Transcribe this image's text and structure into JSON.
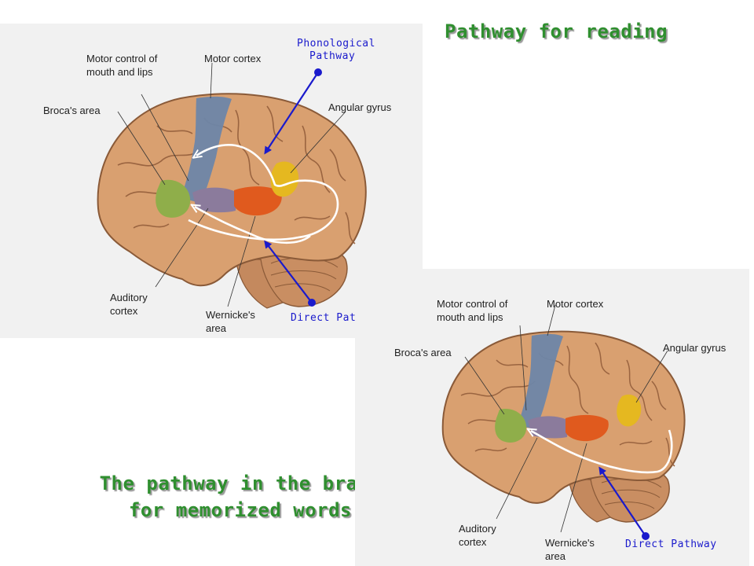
{
  "titles": {
    "top": "Pathway for reading",
    "bottom_line1": "The pathway in the brain",
    "bottom_line2": "for memorized words"
  },
  "colors": {
    "title_green": "#2f8f2f",
    "pathway_blue": "#1a1acc",
    "motor_cortex": "#6e86a8",
    "broca": "#8fae4a",
    "auditory": "#8b7b9c",
    "wernicke": "#e05a1e",
    "angular": "#e5b820",
    "brain": "#d9a070"
  },
  "top_panel": {
    "labels": {
      "motor_control_1": "Motor control of",
      "motor_control_2": "mouth and lips",
      "motor_cortex": "Motor cortex",
      "brocas_area": "Broca's area",
      "angular_gyrus": "Angular gyrus",
      "auditory_1": "Auditory",
      "auditory_2": "cortex",
      "wernicke_1": "Wernicke's",
      "wernicke_2": "area"
    },
    "pathways": {
      "phonological_1": "Phonological",
      "phonological_2": "Pathway",
      "direct": "Direct Pathway"
    }
  },
  "bottom_panel": {
    "labels": {
      "motor_control_1": "Motor control of",
      "motor_control_2": "mouth and lips",
      "motor_cortex": "Motor cortex",
      "brocas_area": "Broca's area",
      "angular_gyrus": "Angular gyrus",
      "auditory_1": "Auditory",
      "auditory_2": "cortex",
      "wernicke_1": "Wernicke's",
      "wernicke_2": "area"
    },
    "pathways": {
      "direct": "Direct Pathway"
    }
  }
}
